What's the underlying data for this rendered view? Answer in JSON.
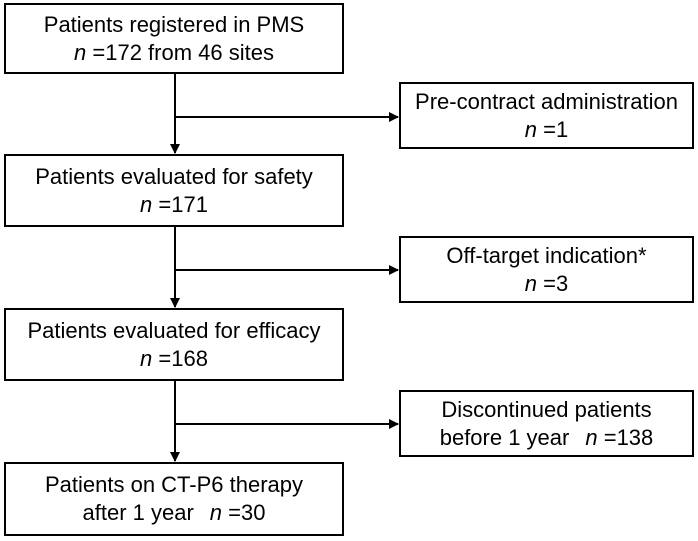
{
  "flow_boxes": [
    {
      "title": "Patients registered in PMS",
      "n_label": "n",
      "n_value": " =172 from 46 sites"
    },
    {
      "title": "Patients evaluated for safety",
      "n_label": "n",
      "n_value": " =171"
    },
    {
      "title": "Patients evaluated for efficacy",
      "n_label": "n",
      "n_value": " =168"
    },
    {
      "title": "Patients on CT-P6 therapy",
      "line2_prefix": "after 1 year",
      "n_label": "n",
      "n_value": " =30"
    }
  ],
  "exclusion_boxes": [
    {
      "title": "Pre-contract administration",
      "n_label": "n",
      "n_value": " =1"
    },
    {
      "title": "Off-target indication*",
      "n_label": "n",
      "n_value": " =3"
    },
    {
      "title": "Discontinued patients",
      "line2_prefix": "before 1 year",
      "n_label": "n",
      "n_value": " =138"
    }
  ],
  "colors": {
    "line": "#000000",
    "box_border": "#000000",
    "background": "#ffffff"
  }
}
